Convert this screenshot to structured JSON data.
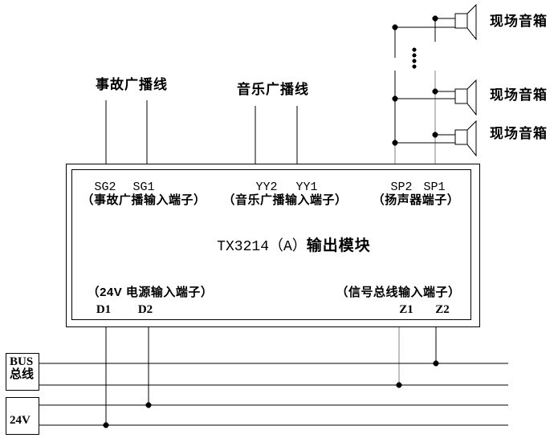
{
  "lines": {
    "accident": "事故广播线",
    "music": "音乐广播线"
  },
  "module": {
    "model": "TX3214（A）",
    "name": "输出模块",
    "terminals_top": [
      "SG2",
      "SG1",
      "YY2",
      "YY1",
      "SP2",
      "SP1"
    ],
    "terminal_groups_top": [
      "（事故广播输入端子）",
      "（音乐广播输入端子）",
      "（扬声器端子）"
    ],
    "terminal_groups_bottom": [
      "（24V 电源输入端子）",
      "（信号总线输入端子）"
    ],
    "terminals_bottom": [
      "D1",
      "D2",
      "Z1",
      "Z2"
    ]
  },
  "speakers": {
    "label": "现场音箱",
    "count": 3,
    "icon": "speaker-icon"
  },
  "external": {
    "bus_box": {
      "line1": "BUS",
      "line2": "总线"
    },
    "power_box": {
      "line1": "24V"
    }
  },
  "colors": {
    "wire_primary": "#000000",
    "wire_secondary": "#808080",
    "background": "#ffffff",
    "text": "#000000"
  }
}
